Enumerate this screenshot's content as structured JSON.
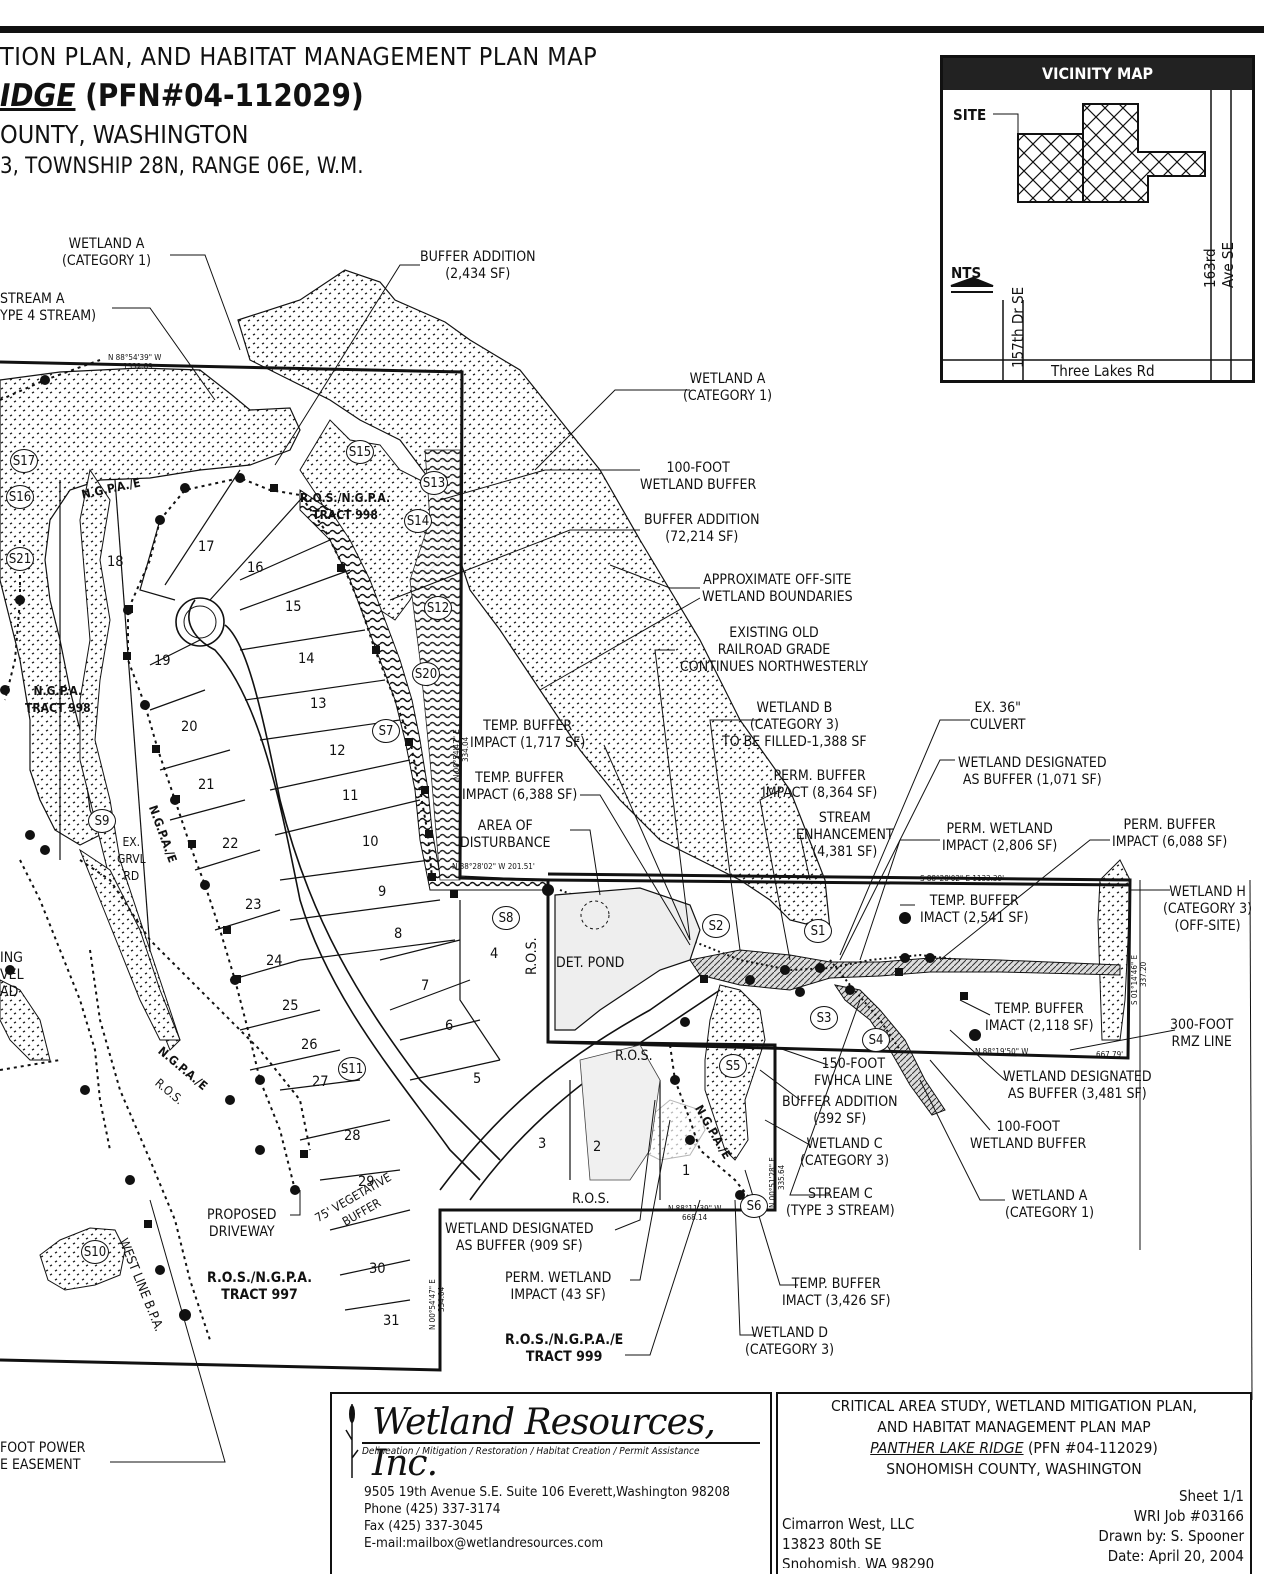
{
  "title": {
    "line1": "TION PLAN, AND HABITAT MANAGEMENT PLAN MAP",
    "line2_name": "IDGE",
    "line2_pfn": " (PFN#04-112029)",
    "line3": "OUNTY, WASHINGTON",
    "line4": "3, TOWNSHIP 28N, RANGE 06E, W.M."
  },
  "vicinity_map": {
    "heading": "VICINITY MAP",
    "site_label": "SITE",
    "nts_label": "NTS",
    "roads": [
      "163rd Ave SE",
      "157th Dr SE",
      "Three Lakes Rd"
    ]
  },
  "labels": {
    "wetland_a_1": "WETLAND A\n(CATEGORY 1)",
    "stream_a": "STREAM A\nYPE 4 STREAM)",
    "buffer_addition_1": "BUFFER ADDITION\n(2,434 SF)",
    "wetland_a_2": "WETLAND A\n(CATEGORY 1)",
    "wetland_buffer_100": "100-FOOT\nWETLAND BUFFER",
    "buffer_addition_2": "BUFFER ADDITION\n(72,214 SF)",
    "offsite_boundaries": "APPROXIMATE OFF-SITE\nWETLAND BOUNDARIES",
    "railroad": "EXISTING OLD\nRAILROAD GRADE\nCONTINUES NORTHWESTERLY",
    "wetland_b": "WETLAND B\n(CATEGORY 3)\nTO BE FILLED-1,388 SF",
    "ex_culvert": "EX. 36\"\nCULVERT",
    "temp_buffer_1717": "TEMP. BUFFER\nIMPACT (1,717 SF)",
    "temp_buffer_6388": "TEMP. BUFFER\nIMPACT (6,388 SF)",
    "perm_buffer_8364": "PERM. BUFFER\nIMPACT (8,364 SF)",
    "wetland_desig_1071": "WETLAND DESIGNATED\nAS BUFFER (1,071 SF)",
    "area_disturbance": "AREA OF\nDISTURBANCE",
    "stream_enh": "STREAM\nENHANCEMENT\n(4,381 SF)",
    "perm_wetland_2806": "PERM. WETLAND\nIMPACT (2,806 SF)",
    "perm_buffer_6088": "PERM. BUFFER\nIMPACT (6,088 SF)",
    "wetland_h": "WETLAND H\n(CATEGORY 3)\n(OFF-SITE)",
    "temp_buffer_2541": "TEMP. BUFFER\nIMACT (2,541 SF)",
    "temp_buffer_2118": "TEMP. BUFFER\nIMACT (2,118 SF)",
    "rmz_line": "300-FOOT\nRMZ LINE",
    "fwhca_line": "150-FOOT\nFWHCA LINE",
    "wetland_desig_3481": "WETLAND DESIGNATED\nAS BUFFER (3,481 SF)",
    "buffer_addition_392": "BUFFER ADDITION\n(392 SF)",
    "wetland_c": "WETLAND C\n(CATEGORY 3)",
    "wetland_buffer_100b": "100-FOOT\nWETLAND BUFFER",
    "stream_c": "STREAM C\n(TYPE 3 STREAM)",
    "wetland_a_3": "WETLAND A\n(CATEGORY 1)",
    "wetland_desig_909": "WETLAND DESIGNATED\nAS BUFFER (909 SF)",
    "perm_wetland_43": "PERM. WETLAND\nIMPACT (43 SF)",
    "temp_buffer_3426": "TEMP. BUFFER\nIMACT (3,426 SF)",
    "wetland_d": "WETLAND D\n(CATEGORY 3)",
    "tract_999": "R.O.S./N.G.P.A./E\nTRACT 999",
    "proposed_driveway": "PROPOSED\nDRIVEWAY",
    "tract_997": "R.O.S./N.G.P.A.\nTRACT 997",
    "veg_buffer": "75' VEGETATIVE\nBUFFER",
    "tract_998": "R.O.S./N.G.P.A.\nTRACT 998",
    "ngpa_tract_998": "N.G.P.A.\nTRACT 998",
    "det_pond": "DET. POND",
    "ex_grvl_rd": "EX.\nGRVL\nRD",
    "west_line_bpa": "WEST LINE B.P.A.",
    "power_easement": "FOOT POWER\nE EASEMENT",
    "ing_vel_ad": "ING\nVEL\nAD",
    "ros": "R.O.S.",
    "ngpae": "N.G.P.A./E"
  },
  "bearings": {
    "b1": "N 88°54'39\" W",
    "b1d": "1332.89",
    "b2": "N 88°28'02\" W  201.51'",
    "b3": "S 88°28'02\" E     1133.39'",
    "b4": "N 88°19'50\" W",
    "b4d": "667.79'",
    "b5": "N 88°11'39\" W",
    "b5d": "668.14",
    "b6": "N 00°54'47\" E",
    "b6d": "334.04",
    "b7": "N 00°51'28\" E",
    "b7d": "335.64",
    "b8": "S 01°14'46\" E",
    "b8d": "337.20"
  },
  "lots": [
    "1",
    "2",
    "3",
    "4",
    "5",
    "6",
    "7",
    "8",
    "9",
    "10",
    "11",
    "12",
    "13",
    "14",
    "15",
    "16",
    "17",
    "18",
    "19",
    "20",
    "21",
    "22",
    "23",
    "24",
    "25",
    "26",
    "27",
    "28",
    "29",
    "30",
    "31"
  ],
  "stations": [
    "S1",
    "S2",
    "S3",
    "S4",
    "S5",
    "S6",
    "S7",
    "S8",
    "S9",
    "S10",
    "S11",
    "S12",
    "S13",
    "S14",
    "S15",
    "S16",
    "S17",
    "S20",
    "S21"
  ],
  "logo": {
    "name": "Wetland Resources, Inc.",
    "services": "Delineation / Mitigation / Restoration / Habitat Creation / Permit Assistance",
    "address": "9505 19th Avenue S.E. Suite 106 Everett,Washington 98208",
    "phone": "Phone (425) 337-3174",
    "fax": "Fax (425) 337-3045",
    "email": "E-mail:mailbox@wetlandresources.com"
  },
  "title_block": {
    "line1": "CRITICAL AREA STUDY, WETLAND MITIGATION PLAN,",
    "line2": "AND HABITAT MANAGEMENT PLAN MAP",
    "line3_name": "PANTHER LAKE RIDGE",
    "line3_pfn": "  (PFN #04-112029)",
    "line4": "SNOHOMISH COUNTY, WASHINGTON",
    "client1": "Cimarron West, LLC",
    "client2": "13823 80th SE",
    "client3": "Snohomish, WA 98290",
    "sheet": "Sheet 1/1",
    "job": "WRI Job #03166",
    "drawn": "Drawn by: S. Spooner",
    "date": "Date: April 20, 2004"
  }
}
